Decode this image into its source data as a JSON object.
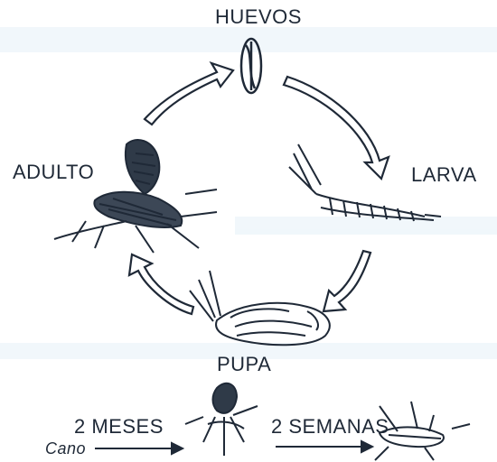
{
  "diagram": {
    "stages": {
      "eggs": "HUEVOS",
      "larva": "LARVA",
      "pupa": "PUPA",
      "adult": "ADULTO"
    },
    "timeline": {
      "left": "2 MESES",
      "right": "2 SEMANAS",
      "corner_scribble": "Cano"
    },
    "colors": {
      "background": "#ffffff",
      "ink": "#1f2937",
      "faint_blue": "#d7e9f4"
    }
  }
}
